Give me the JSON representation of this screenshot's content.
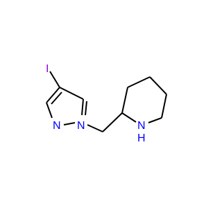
{
  "molecule": {
    "atoms": {
      "iodine": {
        "symbol": "I",
        "color": "#9400D3"
      },
      "pyrazole_n_imine": {
        "symbol": "N",
        "color": "#0000FF"
      },
      "pyrazole_n_sub": {
        "symbol": "N",
        "color": "#0000FF"
      },
      "piperidine_nh": {
        "symbol": "N",
        "h_label": "H",
        "color": "#0000FF"
      }
    },
    "bond_color": "#000000"
  }
}
